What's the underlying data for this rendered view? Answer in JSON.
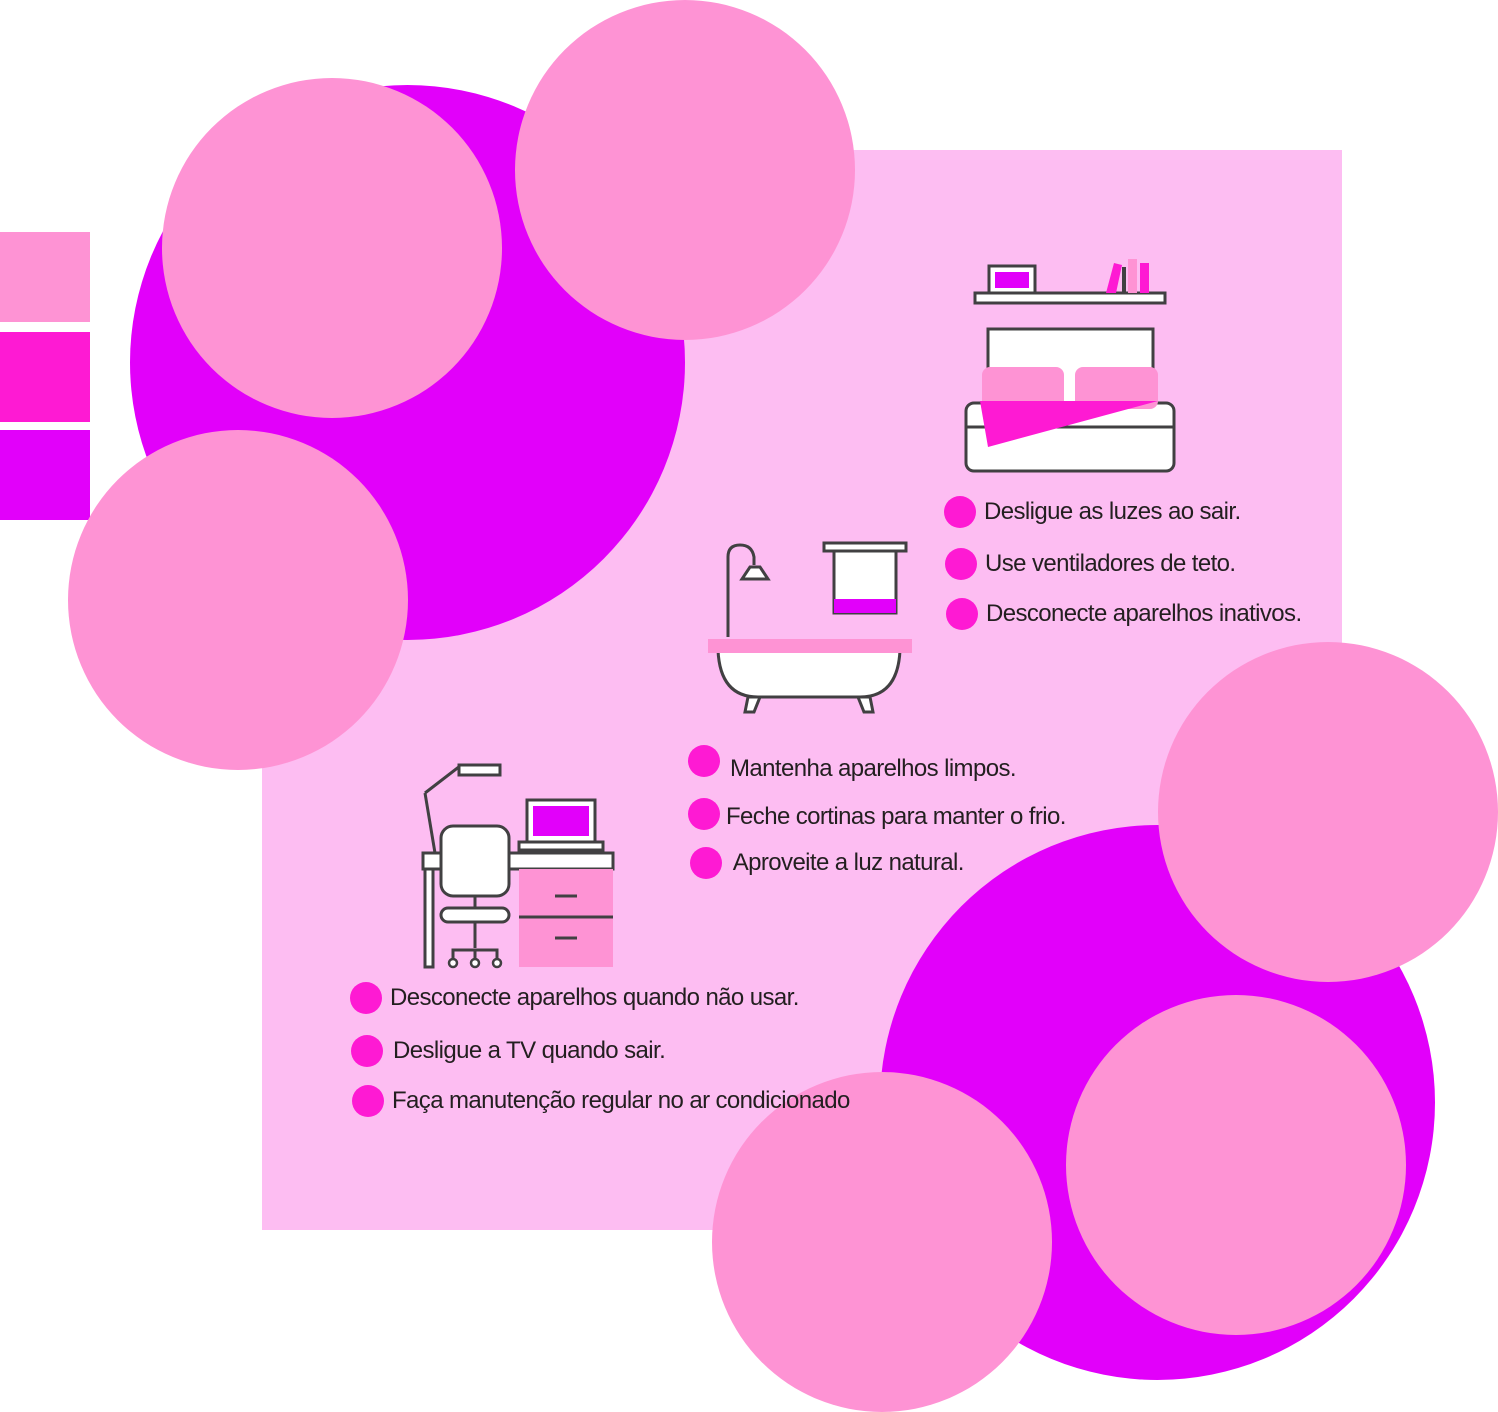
{
  "colors": {
    "panel": "#fdbdf2",
    "circle_light": "#fe93d4",
    "circle_dark": "#e200fa",
    "bullet": "#fe1ad3",
    "swatches": [
      "#fe93d4",
      "#fe1ad3",
      "#e200fa"
    ],
    "outline": "#414042"
  },
  "icons": {
    "bedroom": "bedroom-icon",
    "bathroom": "bathroom-icon",
    "office": "home-office-icon"
  },
  "tips": {
    "bedroom": [
      "Desligue as luzes ao sair.",
      "Use ventiladores de teto.",
      "Desconecte aparelhos inativos."
    ],
    "bathroom": [
      "Mantenha aparelhos limpos.",
      "Feche cortinas para manter o frio.",
      " Aproveite a luz natural."
    ],
    "office": [
      "Desconecte aparelhos quando não usar.",
      "Desligue a TV quando sair.",
      "Faça manutenção regular no ar condicionado"
    ]
  }
}
